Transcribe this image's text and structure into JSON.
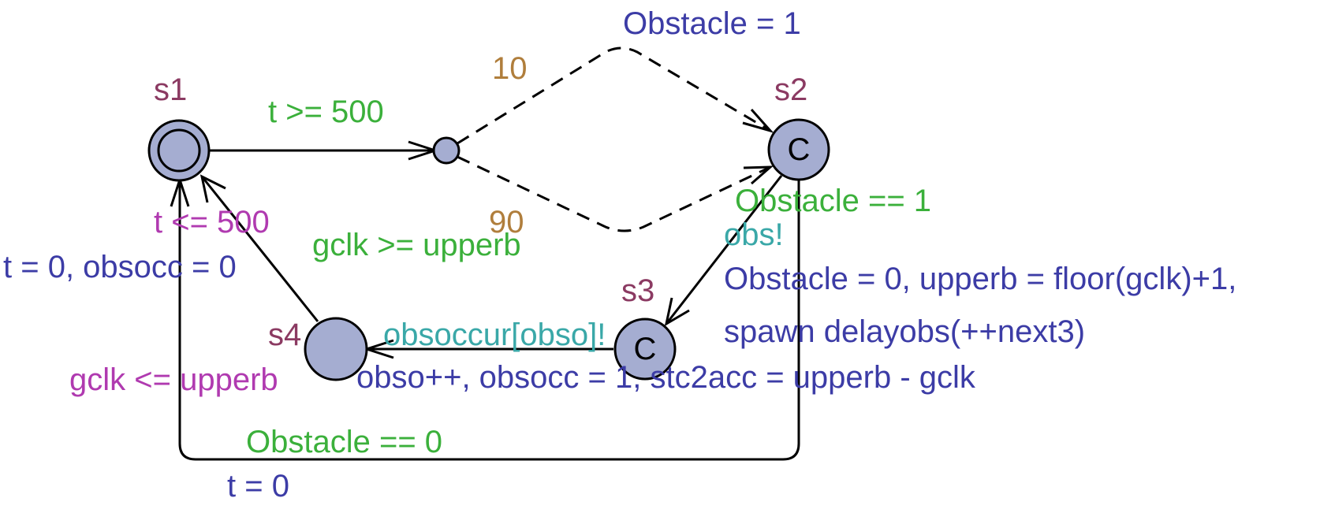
{
  "colors": {
    "location_name": "#8b3a62",
    "guard": "#3bb03b",
    "invariant": "#b03ab0",
    "update": "#3c3ca6",
    "sync": "#3aa8a8",
    "probability": "#b07e3c",
    "node_fill": "#a5add1"
  },
  "locations": {
    "s1": {
      "name": "s1",
      "invariant": "t <= 500",
      "initial": true
    },
    "s2": {
      "name": "s2",
      "committed": true,
      "committed_marker": "C"
    },
    "s3": {
      "name": "s3",
      "committed": true,
      "committed_marker": "C"
    },
    "s4": {
      "name": "s4",
      "invariant": "gclk <= upperb"
    }
  },
  "edges": {
    "s1_to_branch": {
      "guard": "t >= 500"
    },
    "branch_to_s2_top": {
      "probability": "10",
      "update": "Obstacle = 1"
    },
    "branch_to_s2_bottom": {
      "probability": "90"
    },
    "s2_to_s3": {
      "guard": "Obstacle == 1",
      "sync": "obs!",
      "update_line1": "Obstacle = 0, upperb = floor(gclk)+1,",
      "update_line2": "spawn delayobs(++next3)"
    },
    "s3_to_s4": {
      "sync": "obsoccur[obso]!",
      "update": "obso++, obsocc = 1, stc2acc = upperb - gclk"
    },
    "s4_to_s1": {
      "guard": "gclk >= upperb",
      "update": "t = 0, obsocc = 0"
    },
    "s2_to_s1": {
      "guard": "Obstacle == 0",
      "update": "t = 0"
    }
  }
}
